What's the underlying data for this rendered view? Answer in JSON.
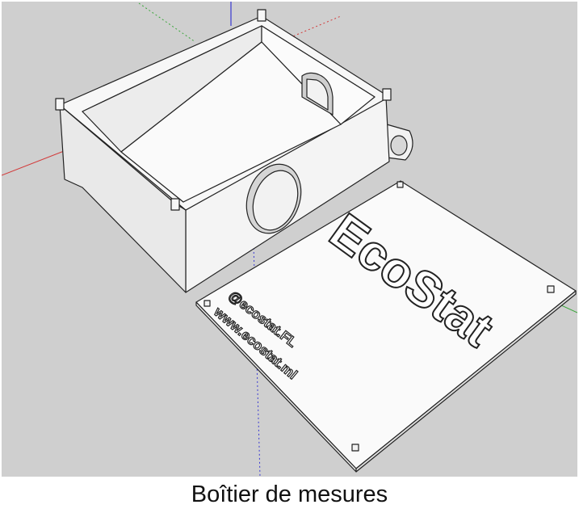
{
  "caption": "Boîtier de mesures",
  "lid": {
    "logo_text": "EcoStat",
    "handle_text": "@ecostat.FL",
    "website_text": "www.ecostat.ml"
  },
  "colors": {
    "background": "#cfcfcf",
    "panel": "#fafafa",
    "panel_shade": "#e6e6e6",
    "edge": "#222222",
    "axis_red": "#d23a3a",
    "axis_green": "#3aa63a",
    "axis_blue": "#3a3ad2"
  }
}
